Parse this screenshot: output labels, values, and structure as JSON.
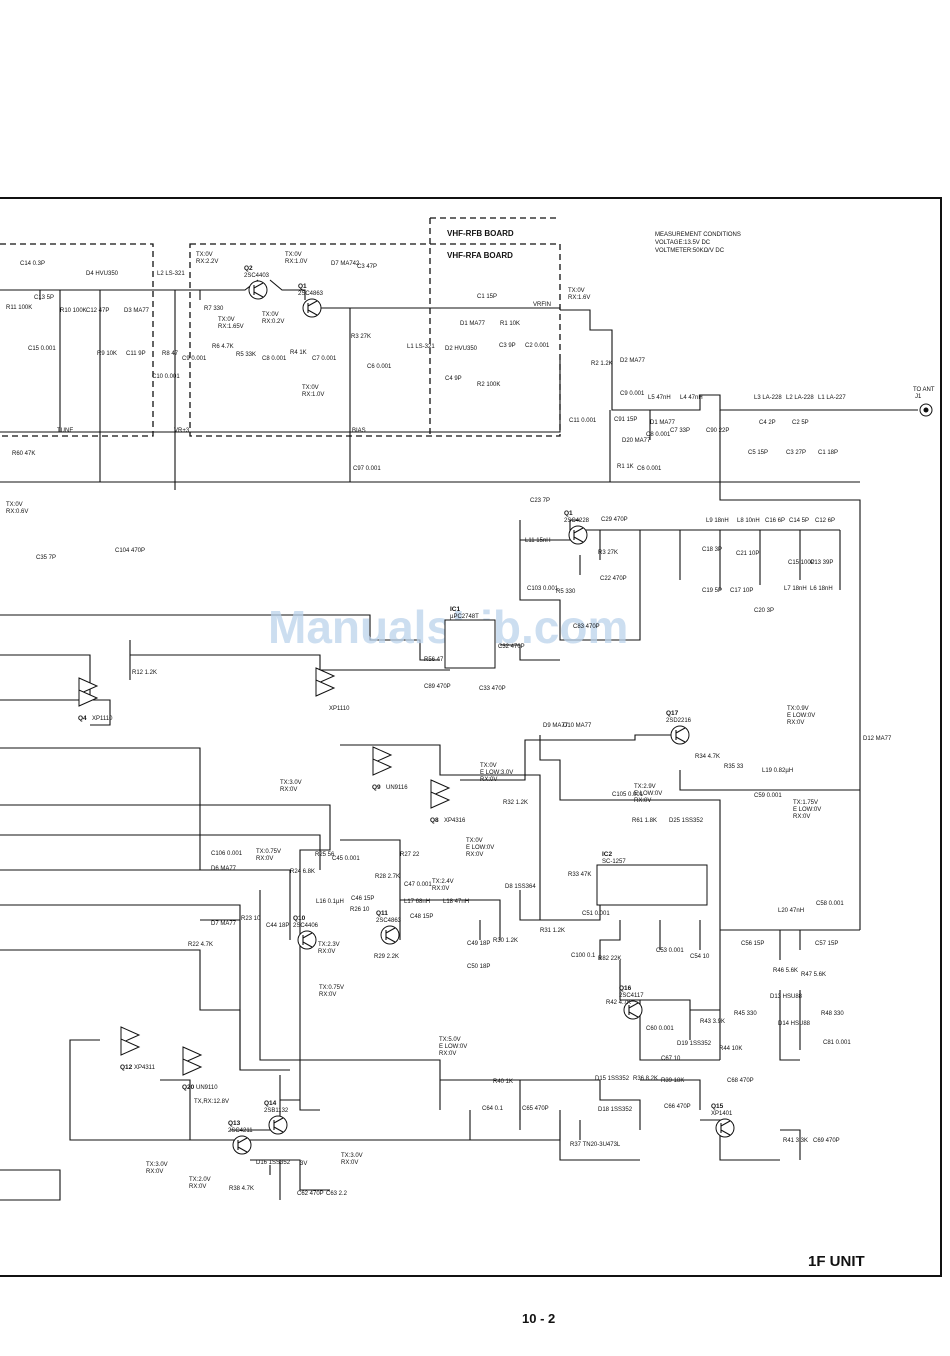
{
  "boards": {
    "rfb": "VHF-RFB BOARD",
    "rfa": "VHF-RFA BOARD"
  },
  "measurement": {
    "title": "MEASUREMENT   CONDITIONS",
    "voltage": "VOLTAGE:13.5V DC",
    "voltmeter": "VOLTMETER:50KΩ/V DC"
  },
  "antenna": {
    "label": "TO ANT",
    "jack": "J1"
  },
  "watermark": "ManualsLib.com",
  "unit_label": "1F UNIT",
  "page_number": "10 - 2",
  "nets": {
    "tune": "TUNE",
    "vr": "VR+3",
    "bias": "BIAS",
    "vrfin": "VRFIN",
    "v3": "3V"
  },
  "transistors": [
    {
      "ref": "Q2",
      "part": "2SC4403"
    },
    {
      "ref": "Q1",
      "part": "2SC4863"
    },
    {
      "ref": "Q1",
      "part": "2SC4228"
    },
    {
      "ref": "Q17",
      "part": "2SD2216"
    },
    {
      "ref": "Q10",
      "part": "2SC4406"
    },
    {
      "ref": "Q11",
      "part": "2SC4863"
    },
    {
      "ref": "Q16",
      "part": "2SC4117"
    },
    {
      "ref": "Q14",
      "part": "2SB1132"
    },
    {
      "ref": "Q13",
      "part": "2SC4211"
    },
    {
      "ref": "Q15",
      "part": "XP1401"
    }
  ],
  "ics": [
    {
      "ref": "IC1",
      "part": "µPC2748T"
    },
    {
      "ref": "IC2",
      "part": "SC-1257"
    }
  ],
  "logic": [
    {
      "ref": "Q4",
      "part": "XP1110"
    },
    {
      "ref": "",
      "part": "XP1110"
    },
    {
      "ref": "Q9",
      "part": "UN9116"
    },
    {
      "ref": "Q8",
      "part": "XP4316"
    },
    {
      "ref": "Q12",
      "part": "XP4311"
    },
    {
      "ref": "Q20",
      "part": "UN9110"
    }
  ],
  "voltages": [
    "TX:0V",
    "RX:2.2V",
    "TX:0V",
    "RX:1.0V",
    "TX:0V",
    "RX:1.65V",
    "TX:0V",
    "RX:0.2V",
    "TX:0V",
    "RX:1.0V",
    "TX:0V",
    "RX:1.6V",
    "TX:0V",
    "RX:0.6V",
    "TX:0.9V",
    "E LOW:0V",
    "RX:0V",
    "TX:3.0V",
    "RX:0V",
    "TX:0V",
    "E LOW:3.0V",
    "RX:0V",
    "TX:2.9V",
    "E LOW:0V",
    "RX:0V",
    "TX:1.75V",
    "E LOW:0V",
    "RX:0V",
    "TX:0V",
    "E LOW:0V",
    "RX:0V",
    "TX:0.75V",
    "RX:0V",
    "TX:2.4V",
    "RX:0V",
    "TX:2.3V",
    "RX:0V",
    "TX:0.75V",
    "RX:0V",
    "TX:5.0V",
    "E LOW:0V",
    "RX:0V",
    "TX,RX:12.8V",
    "TX:3.0V",
    "RX:0V",
    "TX:2.0V",
    "RX:0V",
    "TX:3.0V",
    "RX:0V"
  ],
  "parts": [
    "C14 0.3P",
    "D4 HVU350",
    "C13 5P",
    "R11 100K",
    "R10 100K",
    "C12 47P",
    "D3 MA77",
    "C15 0.001",
    "R9 10K",
    "C11 9P",
    "C10 0.001",
    "L2 LS-321",
    "R7 330",
    "R8 47",
    "C9 0.001",
    "R6 4.7K",
    "R5 33K",
    "C8 0.001",
    "R4 1K",
    "C7 0.001",
    "D7 MA742",
    "C3 47P",
    "R3 27K",
    "C6 0.001",
    "L1 LS-321",
    "C1 15P",
    "D1 MA77",
    "R1 10K",
    "D2 HVU350",
    "C3 9P",
    "C2 0.001",
    "C4 9P",
    "R2 100K",
    "C97 0.001",
    "R2 1.2K",
    "D2 MA77",
    "C9 0.001",
    "C11 0.001",
    "L5 47nH",
    "L4 47nH",
    "C91 15P",
    "D1 MA77",
    "C7 33P",
    "C90 22P",
    "D20 MA77",
    "C8 0.001",
    "R1 1K",
    "C6 0.001",
    "L3 LA-228",
    "L2 LA-228",
    "L1 LA-227",
    "C4 2P",
    "C2 5P",
    "C5 15P",
    "C3 27P",
    "C1 18P",
    "R60 47K",
    "C23 7P",
    "L11 15nH",
    "C29 470P",
    "R3 27K",
    "C22 470P",
    "C103 0.001",
    "R5 330",
    "L9 18nH",
    "L8 10nH",
    "C16 6P",
    "C14 5P",
    "C12 6P",
    "C18 3P",
    "C21 10P",
    "C15 100P",
    "C13 39P",
    "C19 5P",
    "C17 10P",
    "L7 18nH",
    "L6 18nH",
    "C20 3P",
    "C35 7P",
    "C104 470P",
    "C83 470P",
    "R56 47",
    "C89 470P",
    "C33 470P",
    "C32 470P",
    "R12 1.2K",
    "D9 MA77",
    "D10 MA77",
    "D12 MA77",
    "R34 4.7K",
    "R35 33",
    "L19 0.82µH",
    "C59 0.001",
    "R32 1.2K",
    "C105 0.001",
    "R61 1.8K",
    "D25 1SS352",
    "C106 0.001",
    "D6 MA77",
    "R25 56",
    "C45 0.001",
    "R27 22",
    "R24 6.8K",
    "L16 0.1µH",
    "R28 2.7K",
    "C47 0.001",
    "C46 15P",
    "R26 10",
    "L17 68nH",
    "C48 15P",
    "L18 47nH",
    "D8 1SS364",
    "R33 47K",
    "C51 0.001",
    "R31 1.2K",
    "C44 18P",
    "R23 10",
    "D7 MA77",
    "R22 4.7K",
    "R29 2.2K",
    "C49 18P",
    "R30 1.2K",
    "C50 18P",
    "C100 0.1",
    "R82 22K",
    "C53 0.001",
    "C54 10",
    "L20 47nH",
    "C58 0.001",
    "C56 15P",
    "C57 15P",
    "R46 5.6K",
    "R47 5.6K",
    "D13 HSU88",
    "D14 HSU88",
    "R45 330",
    "R48 330",
    "C81 0.001",
    "R42 4.7K",
    "C60 0.001",
    "R43 3.9K",
    "D19 1SS352",
    "R44 10K",
    "C67 10",
    "R40 1K",
    "C64 0.1",
    "C65 470P",
    "D15 1SS352",
    "R36 8.2K",
    "R39 18K",
    "D18 1SS352",
    "C66 470P",
    "C68 470P",
    "R37 TN20-3U473L",
    "R41 3.3K",
    "C69 470P",
    "D16 1SS352",
    "R38 4.7K",
    "C62 470P",
    "C63 2.2"
  ]
}
